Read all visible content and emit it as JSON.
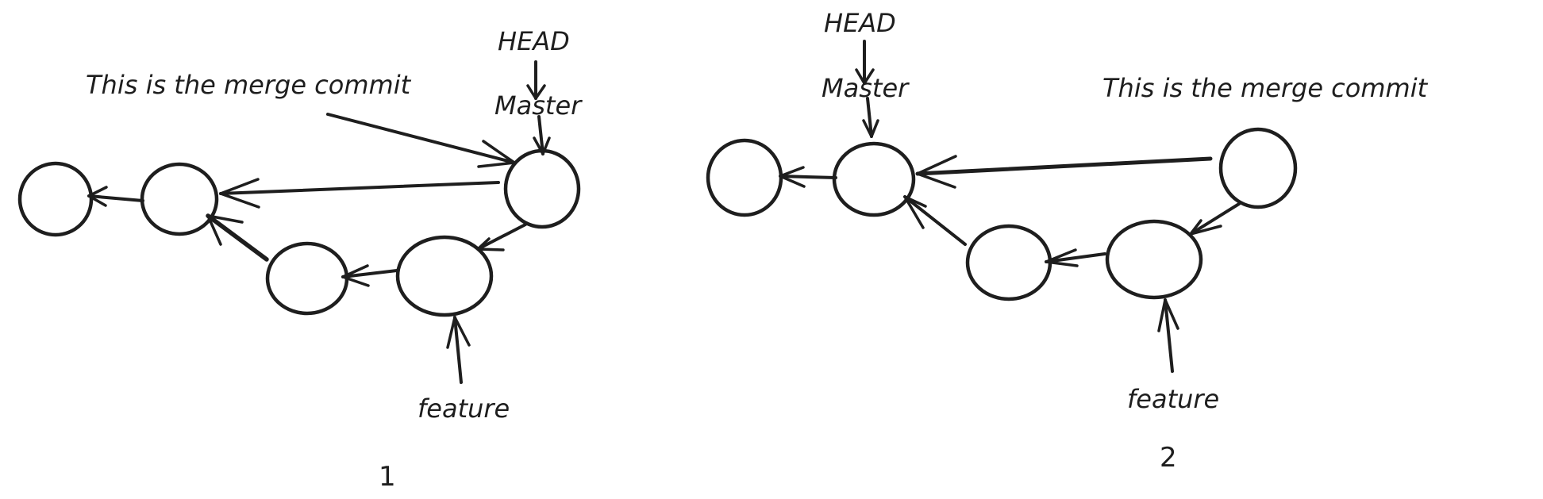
{
  "diagrams": [
    {
      "number": "1",
      "head_label": "HEAD",
      "branch_master": "Master",
      "branch_feature": "feature",
      "merge_note": "This is the merge commit"
    },
    {
      "number": "2",
      "head_label": "HEAD",
      "branch_master": "Master",
      "branch_feature": "feature",
      "merge_note": "This is the merge commit"
    }
  ],
  "colors": {
    "ink": "#1e1e1e",
    "background": "#ffffff"
  }
}
